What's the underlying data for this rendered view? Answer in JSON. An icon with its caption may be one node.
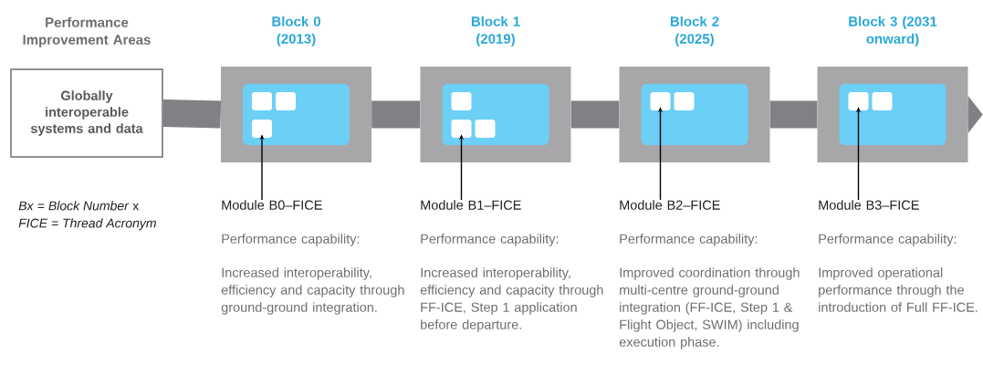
{
  "diagram": {
    "nodes": [
      {
        "text": [
          "Performance Improvement Areas",
          "Globally interoperable systems and data"
        ]
      },
      {
        "text": [
          "Block 0 (2013)"
        ]
      },
      {
        "text": [],
        "shape": "box",
        "in": 1
      },
      {
        "text": [],
        "shape": "box",
        "in": 2
      },
      {
        "text": [],
        "shape": "box",
        "in": 2
      },
      {
        "text": [],
        "shape": "box",
        "in": 2
      },
      {
        "text": [
          "Block 1 (2019)"
        ]
      },
      {
        "text": [],
        "shape": "box",
        "in": 6
      },
      {
        "text": [],
        "shape": "box",
        "in": 7
      },
      {
        "text": [],
        "shape": "box",
        "in": 7
      },
      {
        "text": [],
        "shape": "box",
        "in": 7
      },
      {
        "text": [
          "Block 2 (2025)"
        ]
      },
      {
        "text": [],
        "shape": "box",
        "in": 11
      },
      {
        "text": [],
        "shape": "box",
        "in": 12
      },
      {
        "text": [],
        "shape": "box",
        "in": 12
      },
      {
        "text": [
          "Block 3 (2031 onward)"
        ]
      },
      {
        "text": [],
        "shape": "box",
        "in": 15
      },
      {
        "text": [],
        "shape": "box",
        "in": 16
      },
      {
        "text": [],
        "shape": "box",
        "in": 16
      },
      {
        "text": [
          "Module B0–FICE",
          "Performance capability:",
          "Increased interoperability, efficiency and capacity through ground-ground integration."
        ]
      },
      {
        "text": [
          "Module B1–FICE",
          "Performance capability:",
          "Increased interoperability, efficiency and capacity through FF-ICE, Step 1 application before departure."
        ]
      },
      {
        "text": [
          "Module B2–FICE",
          "Performance capability:",
          "Improved coordination through multi-centre ground-ground integration (FF-ICE, Step 1 & Flight Object, SWIM) including execution phase."
        ]
      },
      {
        "text": [
          "Module B3–FICE",
          "Performance capability:",
          "Improved operational performance through the introduction of Full FF-ICE."
        ]
      }
    ],
    "edges": [
      {
        "from": 0,
        "to": 1,
        "arrow": "none"
      },
      {
        "from": 1,
        "to": 6,
        "arrow": "none"
      },
      {
        "from": 6,
        "to": 11,
        "arrow": "none"
      },
      {
        "from": 11,
        "to": 15,
        "arrow": "none"
      },
      {
        "from": 15,
        "to": null,
        "arrow": "to"
      },
      {
        "from": 19,
        "to": 5,
        "arrow": "to",
        "color": "#000000"
      },
      {
        "from": 20,
        "to": 9,
        "arrow": "to",
        "color": "#000000"
      },
      {
        "from": 21,
        "to": 13,
        "arrow": "to",
        "color": "#000000"
      },
      {
        "from": 22,
        "to": 17,
        "arrow": "to",
        "color": "#000000"
      }
    ],
    "labels": [
      "*Bx* = *Block Number* x",
      "FICE = Thread Acronym"
    ]
  }
}
